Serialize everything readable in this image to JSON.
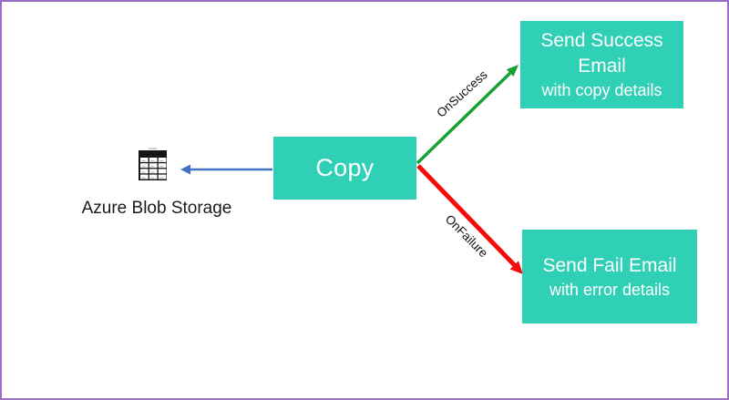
{
  "diagram": {
    "source": {
      "label": "Azure Blob Storage",
      "icon": "table-icon"
    },
    "copy_activity": {
      "label": "Copy"
    },
    "success_activity": {
      "title_lines": [
        "Send Success",
        "Email"
      ],
      "subtitle": "with copy details"
    },
    "failure_activity": {
      "title_lines": [
        "Send Fail Email"
      ],
      "subtitle": "with error details"
    },
    "edges": {
      "success_label": "OnSuccess",
      "failure_label": "OnFailure"
    }
  },
  "colors": {
    "activity_fill": "#2fd0b5",
    "activity_text": "#ffffff",
    "success_arrow": "#17a034",
    "failure_arrow": "#f60b0b",
    "dataset_arrow": "#4472c4",
    "frame_border": "#9b6ec6",
    "edge_label_text": "#111111",
    "source_label_text": "#1a1a1a",
    "icon_ink": "#161616",
    "icon_cell": "#ffffff",
    "icon_mark": "#a8a8a8"
  }
}
